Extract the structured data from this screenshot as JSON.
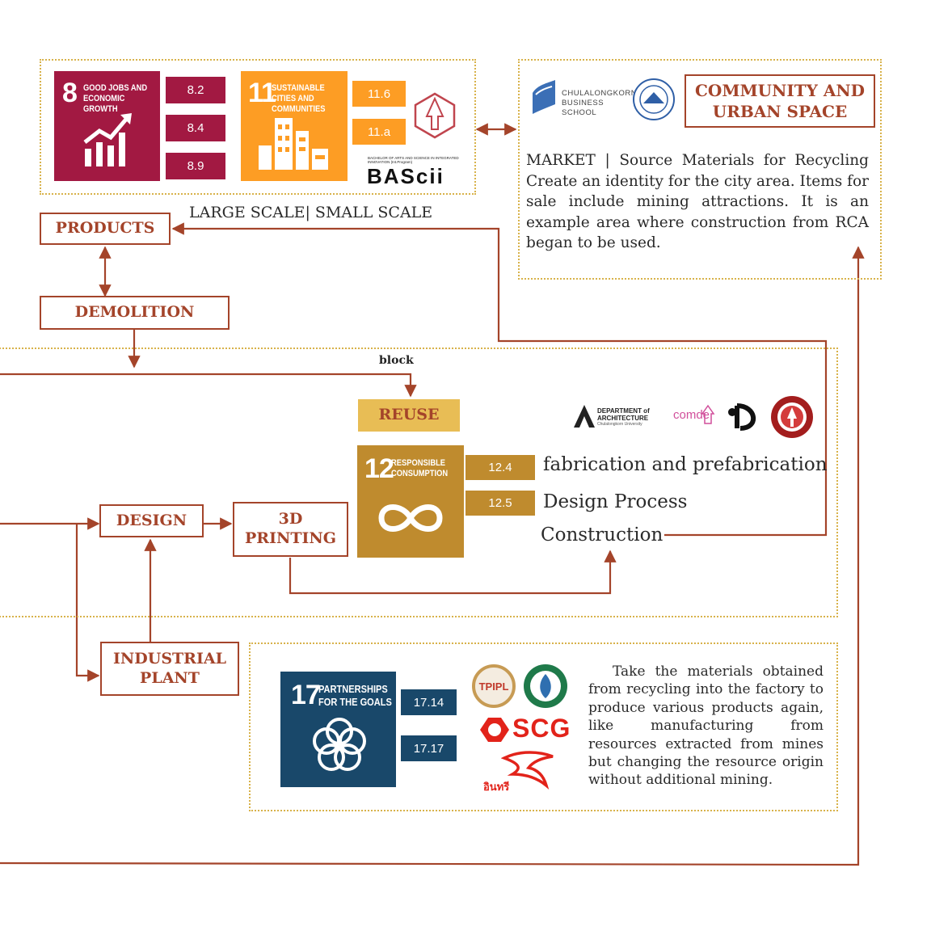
{
  "sdg8": {
    "number": "8",
    "title": "GOOD JOBS AND ECONOMIC GROWTH",
    "targets": [
      "8.2",
      "8.4",
      "8.9"
    ]
  },
  "sdg11": {
    "number": "11",
    "title": "SUSTAINABLE CITIES AND COMMUNITIES",
    "targets": [
      "11.6",
      "11.a"
    ]
  },
  "sdg12": {
    "number": "12",
    "title": "RESPONSIBLE CONSUMPTION",
    "targets": [
      "12.4",
      "12.5"
    ]
  },
  "sdg17": {
    "number": "17",
    "title": "PARTNERSHIPS FOR THE GOALS",
    "targets": [
      "17.14",
      "17.17"
    ]
  },
  "logos": {
    "bascii_caption": "BACHELOR OF ARTS AND SCIENCE IN INTEGRATED INNOVATION (Int.Program)",
    "bascii": "BAScii",
    "cbs": "CHULALONGKORN BUSINESS SCHOOL",
    "dept_arch": "DEPARTMENT of ARCHITECTURE",
    "dept_arch_sub": "Chulalongkorn University",
    "comde": "comde",
    "tpipl": "TPIPL",
    "scg": "SCG",
    "insee": "อินทรี"
  },
  "community": {
    "title": "COMMUNITY AND URBAN SPACE"
  },
  "market": {
    "text": "MARKET | Source Materials for Recycling Create an identity for the city area. Items for sale include mining attractions. It is an example area where construction from RCA began to be used."
  },
  "scale_label": "LARGE SCALE| SMALL SCALE",
  "flow": {
    "products": "PRODUCTS",
    "demolition": "DEMOLITION",
    "block": "block",
    "reuse": "REUSE",
    "design": "DESIGN",
    "printing": "3D PRINTING",
    "industrial": "INDUSTRIAL PLANT"
  },
  "labels": {
    "fabrication": "fabrication and prefabrication",
    "design_process": "Design Process",
    "construction": "Construction"
  },
  "factory_text": "Take the materials obtained from recycling into the factory to produce various products again, like manufacturing from resources extracted from mines but changing the resource origin without additional mining.",
  "colors": {
    "sdg8": "#a21942",
    "sdg11": "#fd9d24",
    "sdg12": "#bf8b2e",
    "sdg17": "#19486a",
    "flow": "#a4442a",
    "dotted": "#d8b24a",
    "reuse_bg": "#e8bd55"
  }
}
